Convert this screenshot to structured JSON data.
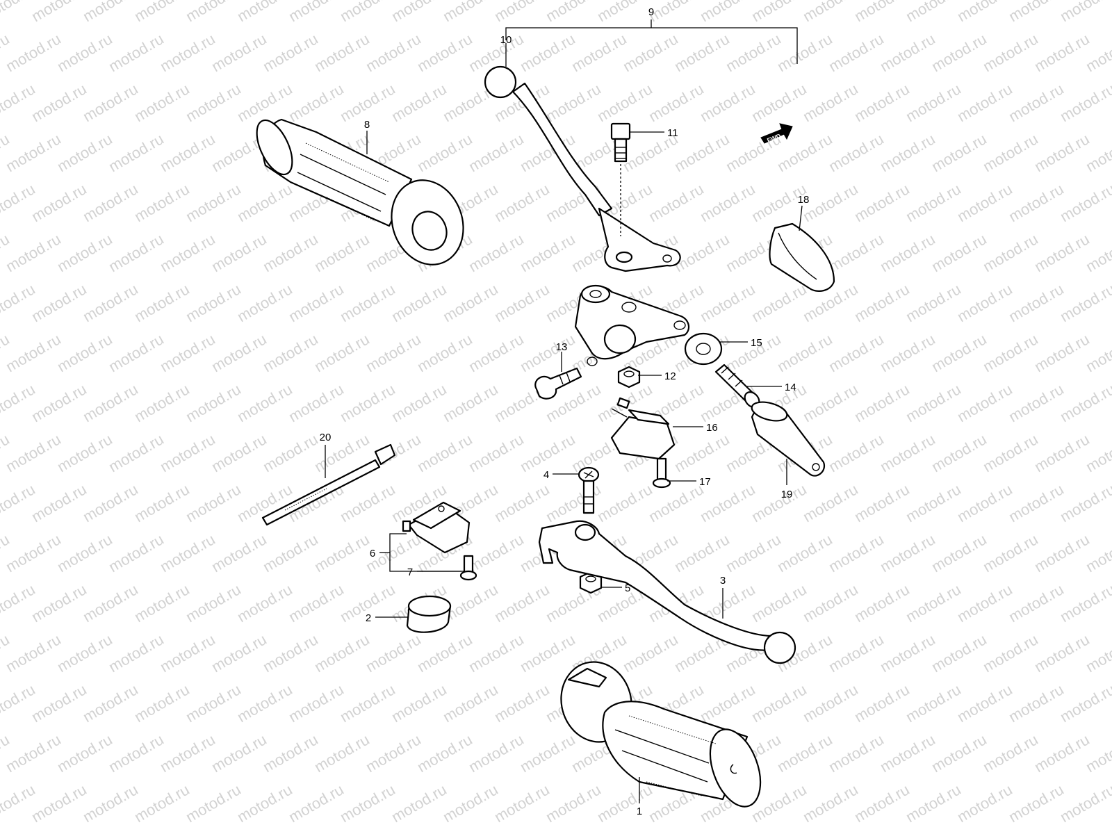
{
  "watermark": {
    "text": "motod.ru",
    "color": "#d2d2d2"
  },
  "fwd_marker": {
    "text": "FWD",
    "icon": "fwd-arrow-icon"
  },
  "callouts": [
    {
      "id": "1",
      "label": "1"
    },
    {
      "id": "2",
      "label": "2"
    },
    {
      "id": "3",
      "label": "3"
    },
    {
      "id": "4",
      "label": "4"
    },
    {
      "id": "5",
      "label": "5"
    },
    {
      "id": "6",
      "label": "6"
    },
    {
      "id": "7",
      "label": "7"
    },
    {
      "id": "8",
      "label": "8"
    },
    {
      "id": "9",
      "label": "9"
    },
    {
      "id": "10",
      "label": "10"
    },
    {
      "id": "11",
      "label": "11"
    },
    {
      "id": "12",
      "label": "12"
    },
    {
      "id": "13",
      "label": "13"
    },
    {
      "id": "14",
      "label": "14"
    },
    {
      "id": "15",
      "label": "15"
    },
    {
      "id": "16",
      "label": "16"
    },
    {
      "id": "17",
      "label": "17"
    },
    {
      "id": "18",
      "label": "18"
    },
    {
      "id": "19",
      "label": "19"
    },
    {
      "id": "20",
      "label": "20"
    }
  ]
}
